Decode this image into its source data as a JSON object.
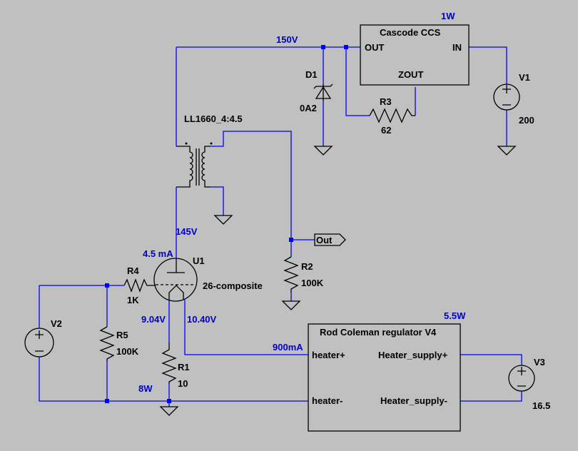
{
  "components": {
    "ccs": {
      "name": "Cascode CCS",
      "power": "1W",
      "pin_out": "OUT",
      "pin_in": "IN",
      "pin_zout": "ZOUT"
    },
    "d1": {
      "ref": "D1",
      "value": "0A2"
    },
    "r3": {
      "ref": "R3",
      "value": "62"
    },
    "v1": {
      "ref": "V1",
      "value": "200"
    },
    "t1": {
      "ref": "LL1660_4:4.5"
    },
    "r2": {
      "ref": "R2",
      "value": "100K"
    },
    "u1": {
      "ref": "U1",
      "value": "26-composite"
    },
    "r4": {
      "ref": "R4",
      "value": "1K"
    },
    "r5": {
      "ref": "R5",
      "value": "100K"
    },
    "v2": {
      "ref": "V2"
    },
    "r1": {
      "ref": "R1",
      "value": "10"
    },
    "reg": {
      "name": "Rod Coleman regulator V4",
      "power": "5.5W",
      "pin_hp": "heater+",
      "pin_hm": "heater-",
      "pin_sp": "Heater_supply+",
      "pin_sm": "Heater_supply-"
    },
    "v3": {
      "ref": "V3",
      "value": "16.5"
    }
  },
  "net_labels": {
    "out": "Out"
  },
  "annotations": {
    "b_plus": "150V",
    "plate_v": "145V",
    "plate_i": "4.5 mA",
    "fil_a": "9.04V",
    "fil_b": "10.40V",
    "heater_i": "900mA",
    "r1_power": "8W"
  }
}
